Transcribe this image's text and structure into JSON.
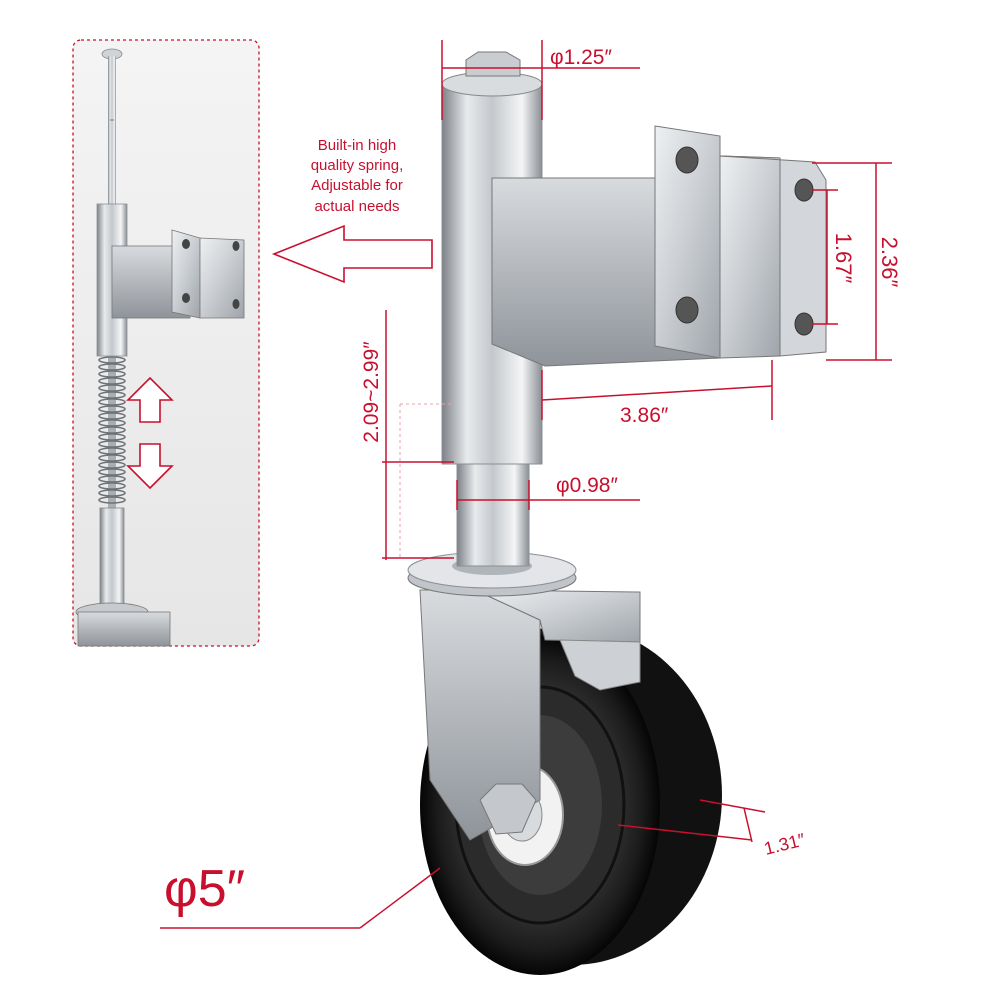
{
  "callout": {
    "lines": [
      "Built-in high",
      "quality spring,",
      "Adjustable for",
      "actual needs"
    ]
  },
  "dimensions": {
    "post_diameter": "φ1.25″",
    "bracket_height": "2.36″",
    "hole_spacing": "1.67″",
    "adjust_range": "2.09~2.99″",
    "bracket_length": "3.86″",
    "stem_diameter": "φ0.98″",
    "wheel_width": "1.31″",
    "wheel_diameter": "φ5″"
  },
  "colors": {
    "accent": "#c8102e",
    "metal": "#b8bcc2",
    "wheel": "#1a1a1a"
  }
}
